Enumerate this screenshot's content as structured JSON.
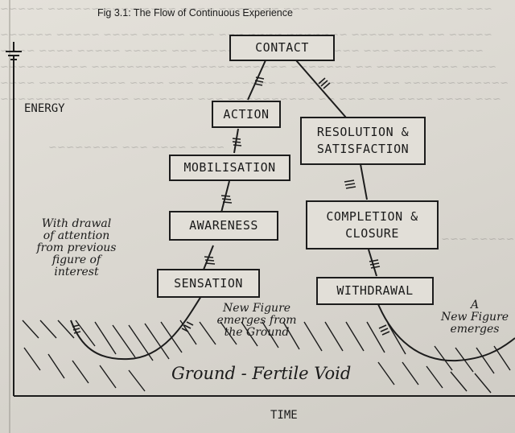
{
  "figure": {
    "title": "Fig 3.1: The Flow of Continuous Experience"
  },
  "boxes": {
    "contact": "CONTACT",
    "action": "ACTION",
    "mobilisation": "MOBILISATION",
    "awareness": "AWARENESS",
    "sensation": "SENSATION",
    "resolution_line1": "RESOLUTION &",
    "resolution_line2": "SATISFACTION",
    "completion_line1": "COMPLETION &",
    "completion_line2": "CLOSURE",
    "withdrawal": "WITHDRAWAL"
  },
  "annotations": {
    "withdrawal_attention": [
      "With drawal",
      "of attention",
      "from previous",
      "figure of",
      "interest"
    ],
    "new_figure_ground": [
      "New Figure",
      "emerges from",
      "the Ground"
    ],
    "new_figure_emerges": [
      "A",
      "New Figure",
      "emerges"
    ]
  },
  "axes": {
    "y_label": "ENERGY",
    "x_label": "TIME"
  },
  "ground_label": "Ground - Fertile Void"
}
